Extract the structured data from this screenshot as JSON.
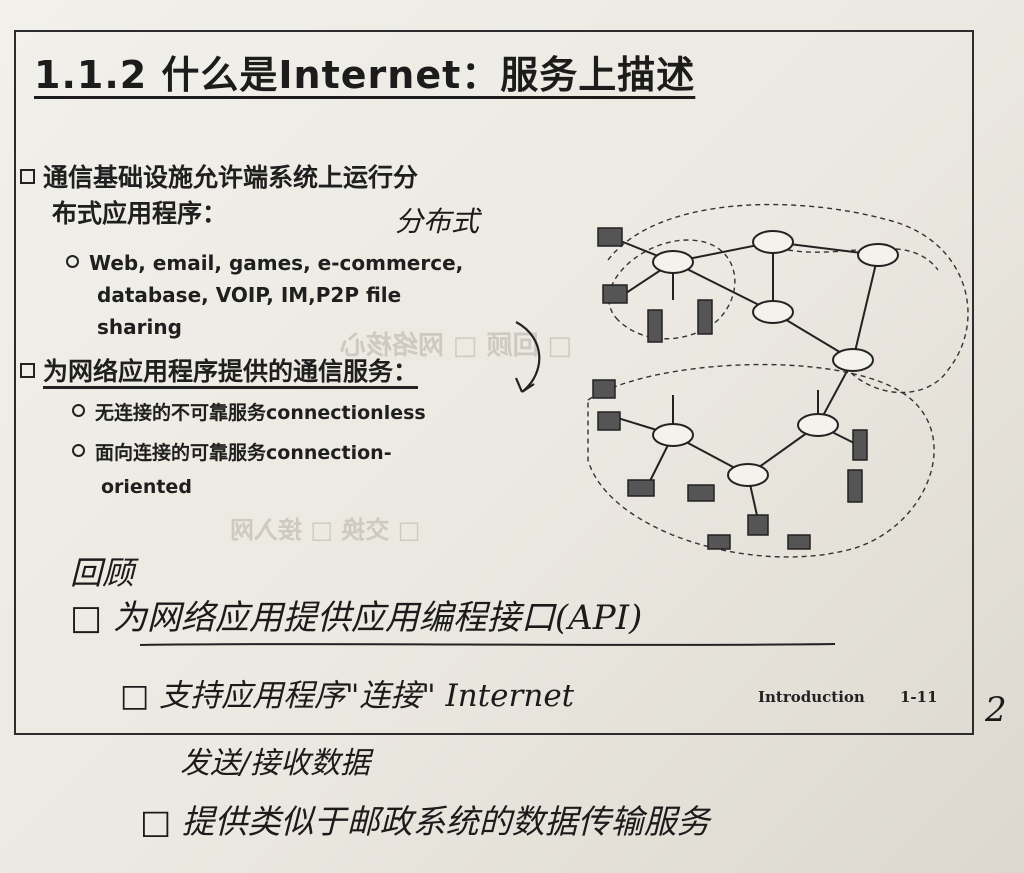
{
  "slide": {
    "title": "1.1.2 什么是Internet：服务上描述",
    "bullet1": {
      "line1": "通信基础设施允许端系统上运行分",
      "line2": "布式应用程序："
    },
    "bullet1_sub": {
      "line1": "Web, email, games, e-commerce,",
      "line2": "database, VOIP, IM,P2P file",
      "line3": "sharing"
    },
    "bullet2": "为网络应用程序提供的通信服务：",
    "bullet2_sub1": "无连接的不可靠服务connectionless",
    "bullet2_sub2": {
      "line1": "面向连接的可靠服务connection-",
      "line2": "oriented"
    },
    "footer_label": "Introduction",
    "footer_page": "1-11"
  },
  "handwriting": {
    "annotation_right": "分布式",
    "heading": "回顾",
    "line1": "□ 为网络应用提供应用编程接口(API)",
    "line2": "□ 支持应用程序\"连接\" Internet",
    "line3": "发送/接收数据",
    "line4": "□ 提供类似于邮政系统的数据传输服务",
    "margin_mark": "2"
  }
}
